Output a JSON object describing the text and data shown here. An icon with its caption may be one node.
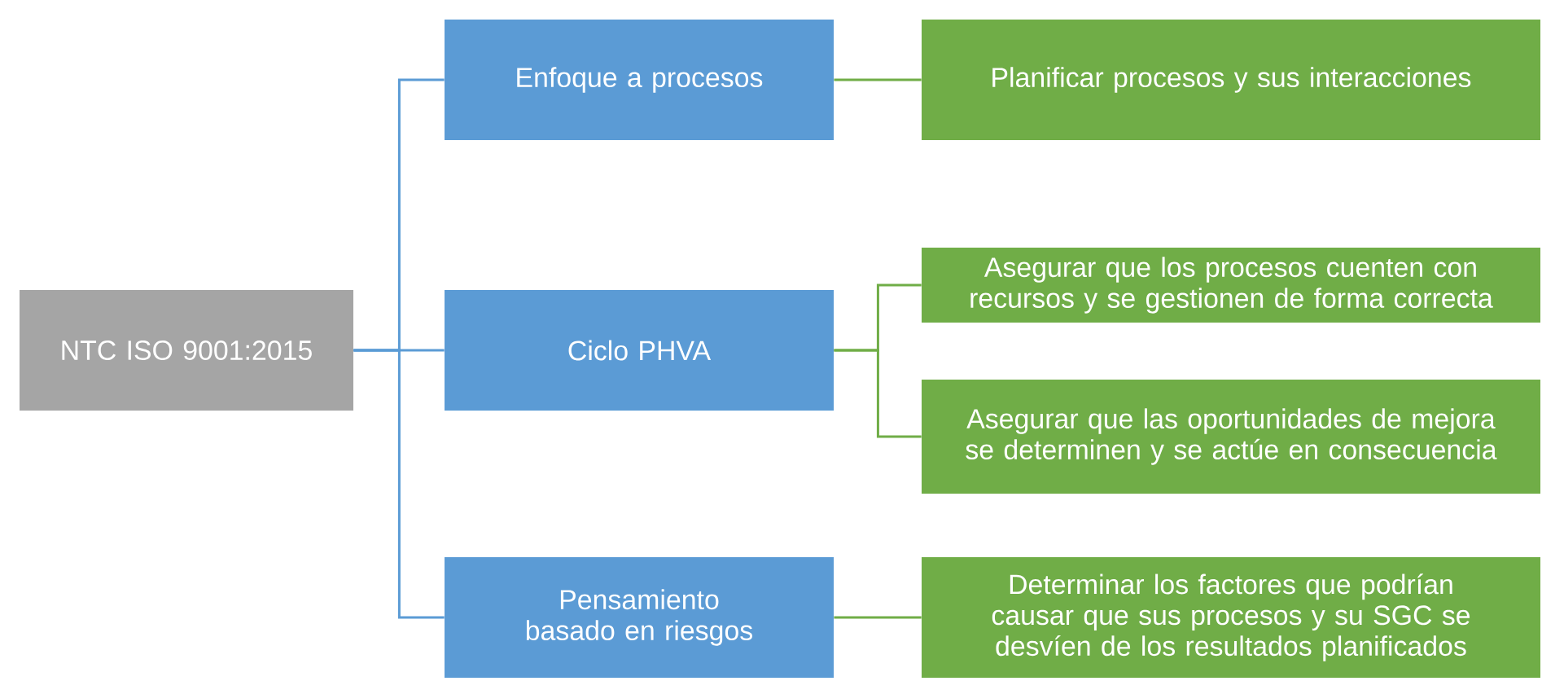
{
  "diagram": {
    "nodes": [
      {
        "text": [
          "NTC ISO 9001:2015"
        ]
      },
      {
        "text": [
          "Enfoque a procesos"
        ]
      },
      {
        "text": [
          "Ciclo PHVA"
        ]
      },
      {
        "text": [
          "Pensamiento basado en riesgos"
        ]
      },
      {
        "text": [
          "Planificar procesos y sus interacciones"
        ]
      },
      {
        "text": [
          "Asegurar que los procesos cuenten con recursos y se gestionen de forma correcta"
        ]
      },
      {
        "text": [
          "Asegurar que las oportunidades de mejora se determinen y se actúe en consecuencia"
        ]
      },
      {
        "text": [
          "Determinar los factores que podrían causar que sus procesos y su SGC se desvíen de los resultados planificados"
        ]
      }
    ],
    "edges": [
      {
        "from": 0,
        "to": 1,
        "arrow": "none",
        "color": "#5b9bd5"
      },
      {
        "from": 0,
        "to": 2,
        "arrow": "none",
        "color": "#5b9bd5"
      },
      {
        "from": 0,
        "to": 3,
        "arrow": "none",
        "color": "#5b9bd5"
      },
      {
        "from": 1,
        "to": 4,
        "arrow": "none"
      },
      {
        "from": 2,
        "to": 5,
        "arrow": "none"
      },
      {
        "from": 2,
        "to": 6,
        "arrow": "none"
      },
      {
        "from": 3,
        "to": 7,
        "arrow": "none"
      }
    ]
  }
}
